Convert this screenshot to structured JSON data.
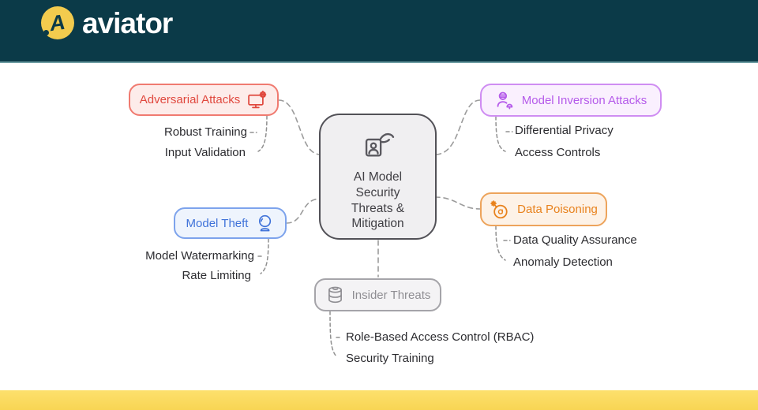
{
  "header": {
    "brand": "aviator",
    "logo_letter": "A",
    "colors": {
      "bar": "#0b3a48",
      "logo": "#f2cb4e",
      "underline": "#6f9ea3"
    }
  },
  "footer": {
    "color": "#f8d554"
  },
  "diagram": {
    "center": {
      "icon": "hand-id-badge-icon",
      "title_lines": [
        "AI Model",
        "Security",
        "Threats &",
        "Mitigation"
      ]
    },
    "branches": [
      {
        "id": "adversarial-attacks",
        "label": "Adversarial Attacks",
        "icon": "monitor-gear-icon",
        "color": "#e0483e",
        "border": "#f07a70",
        "bg": "#fdecea",
        "children": [
          "Robust Training",
          "Input Validation"
        ]
      },
      {
        "id": "model-inversion-attacks",
        "label": "Model Inversion Attacks",
        "icon": "person-bell-icon",
        "color": "#b55bea",
        "border": "#cf8df2",
        "bg": "#faf0fe",
        "children": [
          "Differential Privacy",
          "Access Controls"
        ]
      },
      {
        "id": "model-theft",
        "label": "Model Theft",
        "icon": "crystal-ball-icon",
        "color": "#3f72d9",
        "border": "#7da3ec",
        "bg": "#eef4fd",
        "children": [
          "Model Watermarking",
          "Rate Limiting"
        ]
      },
      {
        "id": "data-poisoning",
        "label": "Data Poisoning",
        "icon": "bomb-icon",
        "color": "#e8821d",
        "border": "#eda45c",
        "bg": "#fdf2e7",
        "children": [
          "Data Quality Assurance",
          "Anomaly Detection"
        ]
      },
      {
        "id": "insider-threats",
        "label": "Insider Threats",
        "icon": "database-icon",
        "color": "#8f8e93",
        "border": "#a5a4a9",
        "bg": "#f4f3f5",
        "children": [
          "Role-Based Access Control (RBAC)",
          "Security Training"
        ]
      }
    ],
    "connector_style": "dashed-gray"
  }
}
